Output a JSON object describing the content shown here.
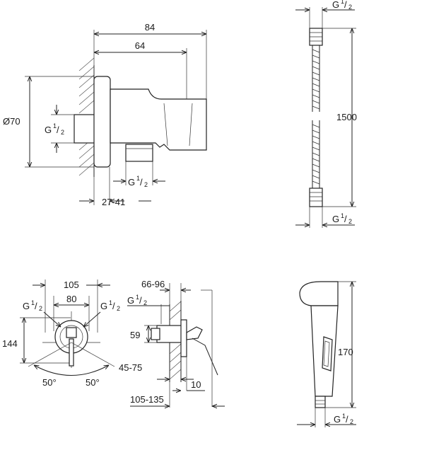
{
  "views": {
    "wall_outlet": {
      "dim_84": "84",
      "dim_64": "64",
      "dim_dia70": "Ø70",
      "thread_left_prefix": "G",
      "thread_left_num": "1",
      "thread_left_den": "2",
      "thread_bottom_prefix": "G",
      "thread_bottom_num": "1",
      "thread_bottom_den": "2",
      "dim_27_41": "27-41"
    },
    "hose": {
      "thread_top_prefix": "G",
      "thread_top_num": "1",
      "thread_top_den": "2",
      "length": "1500",
      "thread_bottom_prefix": "G",
      "thread_bottom_num": "1",
      "thread_bottom_den": "2"
    },
    "mixer_front": {
      "dim_105": "105",
      "dim_80": "80",
      "thread_left_prefix": "G",
      "thread_left_num": "1",
      "thread_left_den": "2",
      "thread_right_prefix": "G",
      "thread_right_num": "1",
      "thread_right_den": "2",
      "dim_144": "144",
      "angle_left": "50°",
      "angle_right": "50°"
    },
    "mixer_side": {
      "dim_66_96": "66-96",
      "thread_prefix": "G",
      "thread_num": "1",
      "thread_den": "2",
      "dim_59": "59",
      "dim_45_75": "45-75",
      "dim_10": "10",
      "dim_105_135": "105-135"
    },
    "hand_shower": {
      "height": "170",
      "thread_prefix": "G",
      "thread_num": "1",
      "thread_den": "2"
    }
  }
}
